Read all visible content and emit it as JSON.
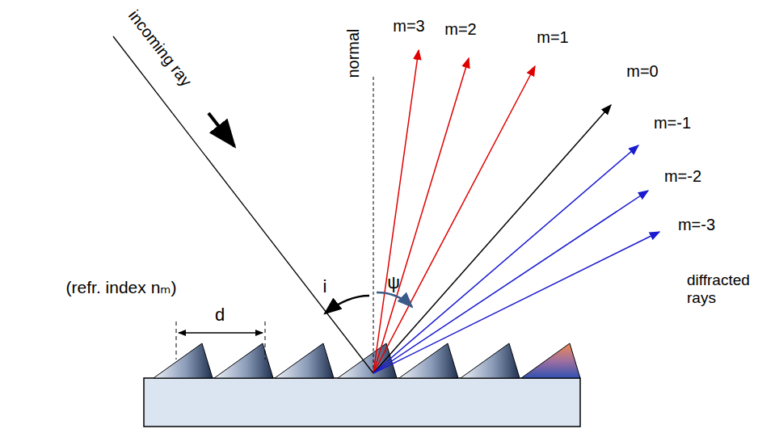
{
  "diagram": {
    "labels": [
      "incoming ray",
      "normal",
      "m=3",
      "m=2",
      "m=1",
      "m=0",
      "m=-1",
      "m=-2",
      "m=-3",
      "(refr. index nₘ)",
      "i",
      "ψ",
      "d",
      "diffracted rays"
    ]
  }
}
